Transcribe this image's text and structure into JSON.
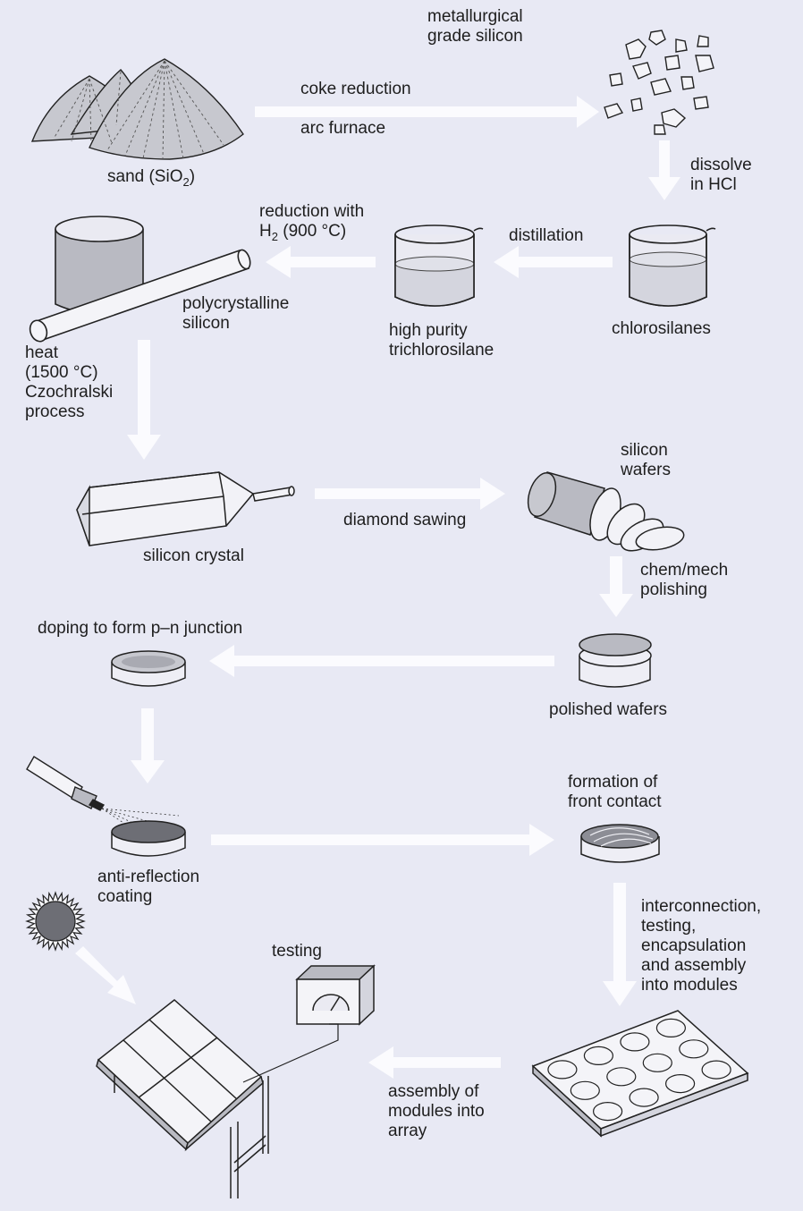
{
  "labels": {
    "metallurgical_silicon": "metallurgical\ngrade silicon",
    "coke_reduction": "coke reduction",
    "arc_furnace": "arc furnace",
    "sand_prefix": "sand (SiO",
    "sand_sub": "2",
    "sand_suffix": ")",
    "dissolve_hcl": "dissolve\nin HCl",
    "reduction_line1": "reduction with",
    "reduction_h": "H",
    "reduction_sub": "2",
    "reduction_rest": " (900 °C)",
    "distillation": "distillation",
    "polycrystalline": "polycrystalline\nsilicon",
    "high_purity": "high purity\ntrichlorosilane",
    "chlorosilanes": "chlorosilanes",
    "heat": "heat\n(1500 °C)\nCzochralski\nprocess",
    "silicon_wafers": "silicon\nwafers",
    "diamond_sawing": "diamond sawing",
    "silicon_crystal": "silicon crystal",
    "chem_mech": "chem/mech\npolishing",
    "doping": "doping to form p–n junction",
    "polished_wafers": "polished wafers",
    "front_contact": "formation of\nfront contact",
    "anti_reflection": "anti-reflection\ncoating",
    "interconnection": "interconnection,\ntesting,\nencapsulation\nand assembly\ninto modules",
    "testing": "testing",
    "assembly_array": "assembly of\nmodules into\narray"
  },
  "colors": {
    "background": "#e8e9f4",
    "arrow": "#fbfbfe",
    "ink": "#222222",
    "grey_fill": "#b9bac2",
    "liquid": "#d4d5de"
  },
  "icons": [
    "sand-piles-icon",
    "silicon-chunks-icon",
    "beaker-icon",
    "ingot-rod-icon",
    "silicon-crystal-icon",
    "wafer-stack-icon",
    "wafer-disc-icon",
    "spray-nozzle-icon",
    "sun-icon",
    "solar-array-icon",
    "meter-box-icon",
    "module-panel-icon"
  ]
}
